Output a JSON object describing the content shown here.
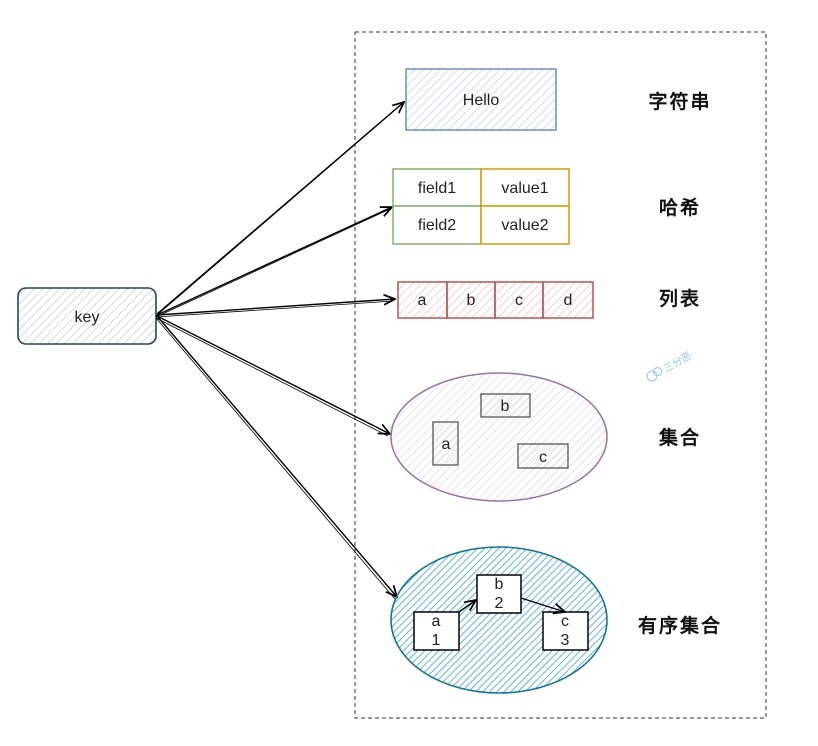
{
  "key": {
    "label": "key"
  },
  "string": {
    "value": "Hello",
    "type_label": "字符串"
  },
  "hash": {
    "rows": [
      {
        "field": "field1",
        "value": "value1"
      },
      {
        "field": "field2",
        "value": "value2"
      }
    ],
    "type_label": "哈希"
  },
  "list": {
    "items": [
      "a",
      "b",
      "c",
      "d"
    ],
    "type_label": "列表"
  },
  "set": {
    "members": [
      "a",
      "b",
      "c"
    ],
    "type_label": "集合"
  },
  "zset": {
    "members": [
      {
        "member": "a",
        "score": "1"
      },
      {
        "member": "b",
        "score": "2"
      },
      {
        "member": "c",
        "score": "3"
      }
    ],
    "type_label": "有序集合"
  },
  "watermark": {
    "text": "三分恶"
  },
  "colors": {
    "blue": "#6c8ebf",
    "blue_fill": "#dae8fc",
    "green": "#82b366",
    "orange": "#d79b00",
    "red": "#b85450",
    "red_fill": "#f8cecc",
    "purple": "#9673a6",
    "purple_fill": "#f1e6f5",
    "teal": "#10739e",
    "teal_fill": "#5fb2db",
    "key_stroke": "#23445d",
    "key_fill": "#bac8d3"
  }
}
